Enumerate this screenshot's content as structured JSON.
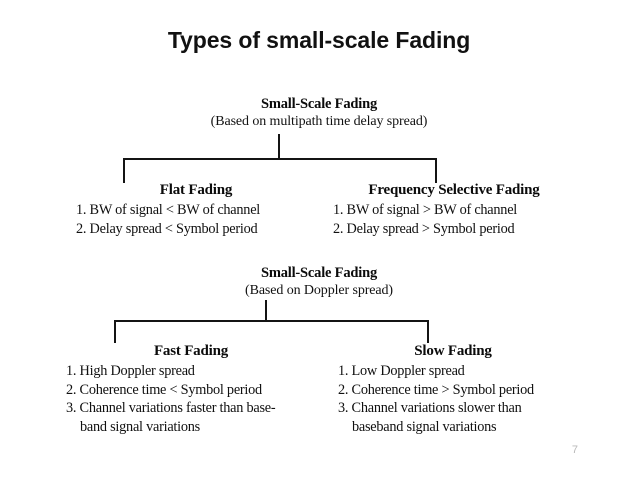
{
  "slide": {
    "title": "Types of small-scale Fading",
    "page_number": "7",
    "background_color": "#ffffff",
    "ink_color": "#111111",
    "page_number_color": "#b8b8b8"
  },
  "diagrams": [
    {
      "id": "multipath-time-delay-spread",
      "header_title": "Small-Scale Fading",
      "header_subtitle": "(Based on multipath time delay spread)",
      "branches": [
        {
          "id": "flat-fading",
          "title": "Flat Fading",
          "items": [
            {
              "text": "1. BW of signal < BW of channel",
              "continuation": ""
            },
            {
              "text": "2. Delay spread < Symbol period",
              "continuation": ""
            }
          ]
        },
        {
          "id": "frequency-selective-fading",
          "title": "Frequency Selective Fading",
          "items": [
            {
              "text": "1. BW of signal > BW of channel",
              "continuation": ""
            },
            {
              "text": "2. Delay spread > Symbol period",
              "continuation": ""
            }
          ]
        }
      ]
    },
    {
      "id": "doppler-spread",
      "header_title": "Small-Scale Fading",
      "header_subtitle": "(Based on Doppler spread)",
      "branches": [
        {
          "id": "fast-fading",
          "title": "Fast Fading",
          "items": [
            {
              "text": "1. High Doppler spread",
              "continuation": ""
            },
            {
              "text": "2. Coherence time < Symbol period",
              "continuation": ""
            },
            {
              "text": "3. Channel variations faster than base-",
              "continuation": "band signal variations"
            }
          ]
        },
        {
          "id": "slow-fading",
          "title": "Slow Fading",
          "items": [
            {
              "text": "1. Low Doppler spread",
              "continuation": ""
            },
            {
              "text": "2. Coherence time > Symbol period",
              "continuation": ""
            },
            {
              "text": "3. Channel variations slower than",
              "continuation": "baseband signal variations"
            }
          ]
        }
      ]
    }
  ]
}
